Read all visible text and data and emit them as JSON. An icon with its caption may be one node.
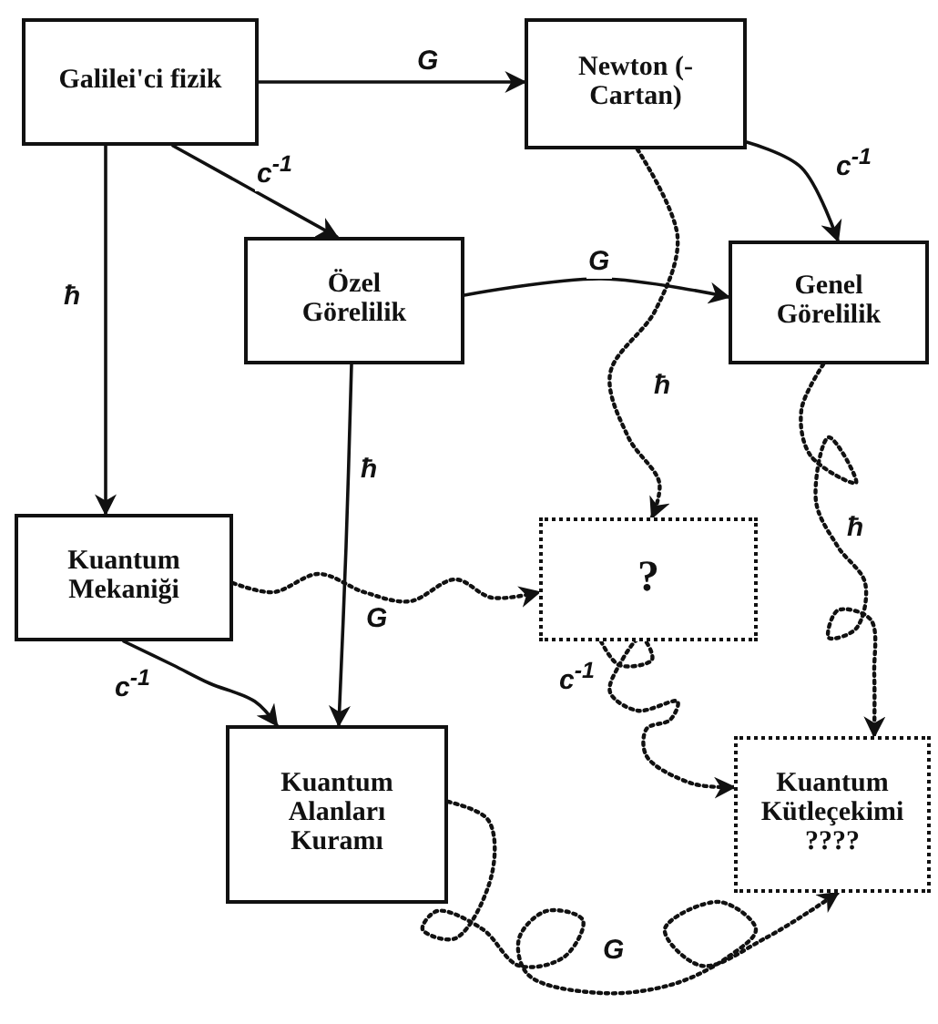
{
  "diagram": {
    "nodes": [
      {
        "text": [
          "Galilei'ci fizik"
        ]
      },
      {
        "text": [
          "Newton (- Cartan)"
        ]
      },
      {
        "text": [
          "Özel Görelilik"
        ]
      },
      {
        "text": [
          "Genel Görelilik"
        ]
      },
      {
        "text": [
          "Kuantum Mekaniği"
        ]
      },
      {
        "text": [
          "?"
        ]
      },
      {
        "text": [
          "Kuantum Alanları Kuramı"
        ]
      },
      {
        "text": [
          "Kuantum Kütleçekimi ????"
        ]
      }
    ],
    "edges": [
      {
        "from": 0,
        "to": 1,
        "arrow": "to",
        "label": "G"
      },
      {
        "from": 0,
        "to": 2,
        "arrow": "to",
        "label": "c$^{-1}$"
      },
      {
        "from": 0,
        "to": 4,
        "arrow": "to",
        "label": "ħ"
      },
      {
        "from": 1,
        "to": 3,
        "arrow": "to",
        "label": "c$^{-1}$"
      },
      {
        "from": 2,
        "to": 3,
        "arrow": "to",
        "label": "G"
      },
      {
        "from": 1,
        "to": 5,
        "arrow": "to",
        "label": "ħ",
        "style": "dashed"
      },
      {
        "from": 3,
        "to": 7,
        "arrow": "to",
        "label": "ħ",
        "style": "dashed"
      },
      {
        "from": 4,
        "to": 5,
        "arrow": "to",
        "label": "G",
        "style": "dashed"
      },
      {
        "from": 4,
        "to": 6,
        "arrow": "to",
        "label": "c$^{-1}$"
      },
      {
        "from": 2,
        "to": 6,
        "arrow": "to",
        "label": "ħ"
      },
      {
        "from": 5,
        "to": 7,
        "arrow": "to",
        "label": "c$^{-1}$",
        "style": "dashed"
      },
      {
        "from": 6,
        "to": 7,
        "arrow": "to",
        "label": "G",
        "style": "dashed"
      }
    ]
  }
}
